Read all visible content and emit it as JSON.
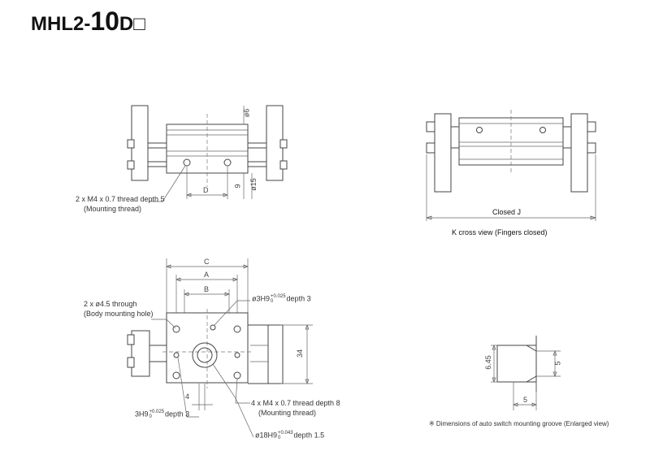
{
  "title": {
    "prefix": "MHL2-",
    "size": "10",
    "suffix": "D",
    "box": "□"
  },
  "top_view": {
    "thread_label": "2 x M4 x 0.7 thread depth 5",
    "thread_sub": "(Mounting thread)",
    "dim_D": "D",
    "dim_9": "9",
    "dim_phi6": "ø6",
    "dim_phi15": "ø15"
  },
  "cross_view": {
    "dim_closed": "Closed J",
    "caption": "K cross view (Fingers closed)"
  },
  "bottom_view": {
    "dim_C": "C",
    "dim_A": "A",
    "dim_B": "B",
    "dim_34": "34",
    "dim_4": "4",
    "through_label": "2 x ø4.5 through",
    "through_sub": "(Body mounting hole)",
    "pin_top_label": "ø3H9",
    "pin_top_tol_upper": "+0.025",
    "pin_top_tol_lower": "0",
    "pin_top_depth": "depth 3",
    "pin_left_label": "3H9",
    "pin_left_tol_upper": "+0.025",
    "pin_left_tol_lower": "0",
    "pin_left_depth": "depth 3",
    "thread_label": "4 x M4 x 0.7 thread depth 8",
    "thread_sub": "(Mounting thread)",
    "bore_label": "ø18H9",
    "bore_tol_upper": "+0.043",
    "bore_tol_lower": "0",
    "bore_depth": "depth 1.5"
  },
  "groove_view": {
    "dim_645": "6.45",
    "dim_5v": "5",
    "dim_5h": "5",
    "caption": "※ Dimensions of auto switch mounting groove (Enlarged view)"
  }
}
